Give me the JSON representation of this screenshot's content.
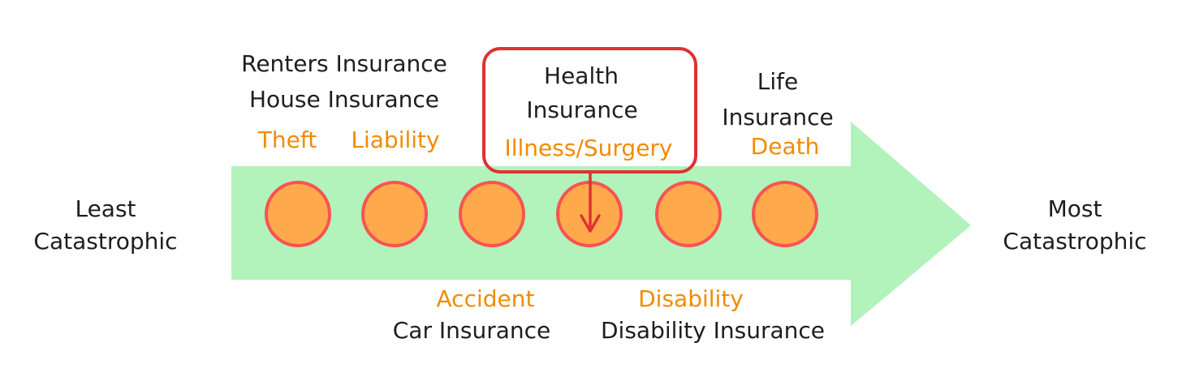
{
  "diagram": {
    "colors": {
      "arrow": "#b2f2bb",
      "circle_fill": "#ffa94d",
      "circle_stroke": "#fa5252",
      "highlight": "#e03131",
      "text": "#1e1e1e",
      "risk_text": "#f08c00"
    },
    "scale": {
      "left_label_line1": "Least",
      "left_label_line2": "Catastrophic",
      "right_label_line1": "Most",
      "right_label_line2": "Catastrophic"
    },
    "above": {
      "renters": "Renters Insurance",
      "house": "House Insurance",
      "theft": "Theft",
      "liability": "Liability",
      "health_line1": "Health",
      "health_line2": "Insurance",
      "illness": "Illness/Surgery",
      "life_line1": "Life",
      "life_line2": "Insurance",
      "death": "Death"
    },
    "below": {
      "accident": "Accident",
      "disability": "Disability",
      "car": "Car Insurance",
      "disability_insurance": "Disability Insurance"
    },
    "circles": [
      "theft",
      "liability",
      "accident",
      "illness-surgery",
      "disability",
      "death"
    ],
    "highlighted_circle": "illness-surgery"
  }
}
